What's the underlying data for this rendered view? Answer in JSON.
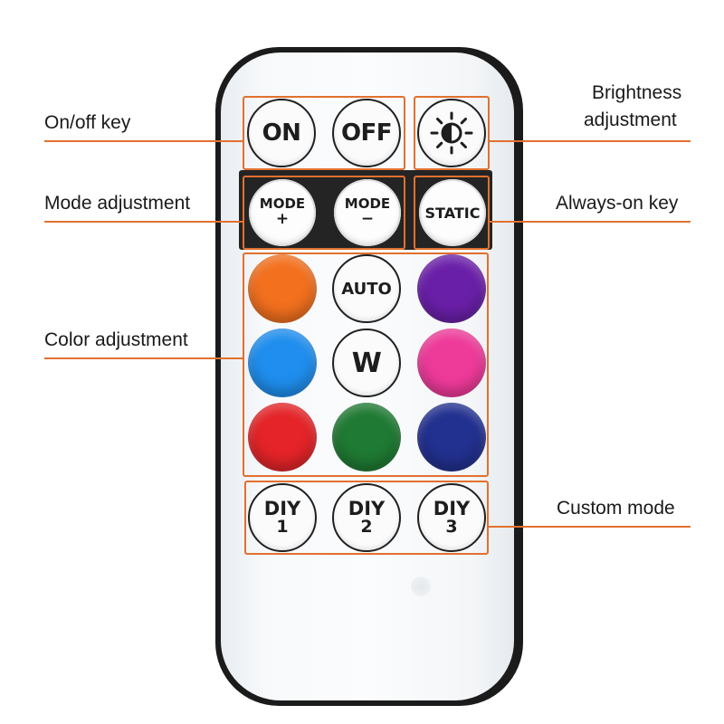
{
  "callouts": {
    "on_off": "On/off key",
    "brightness_line1": "Brightness",
    "brightness_line2": "adjustment",
    "mode": "Mode adjustment",
    "always_on": "Always-on key",
    "color": "Color adjustment",
    "custom": "Custom mode"
  },
  "buttons": {
    "on": "ON",
    "off": "OFF",
    "mode_plus_top": "MODE",
    "mode_plus_sign": "+",
    "mode_minus_top": "MODE",
    "mode_minus_sign": "−",
    "static": "STATIC",
    "auto": "AUTO",
    "white": "W",
    "diy1_top": "DIY",
    "diy1_num": "1",
    "diy2_top": "DIY",
    "diy2_num": "2",
    "diy3_top": "DIY",
    "diy3_num": "3"
  },
  "colors": {
    "accent_box": "#e2702f",
    "orange": "#f2701e",
    "purple": "#6a1fa8",
    "blue": "#1f8eee",
    "pink": "#ee3a99",
    "red": "#e42428",
    "green": "#1f7a33",
    "navy": "#22308f",
    "dark_band": "#242424"
  }
}
